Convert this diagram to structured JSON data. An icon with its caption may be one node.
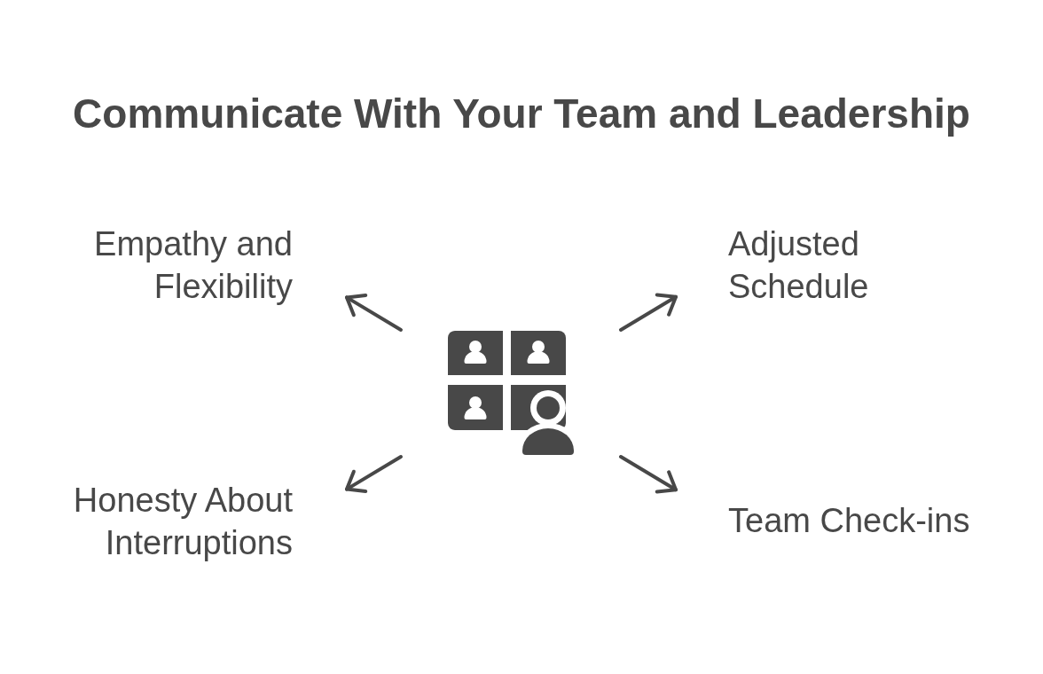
{
  "diagram": {
    "title": "Communicate With Your Team and Leadership",
    "nodes": [
      {
        "text": [],
        "shape": "picture"
      },
      {
        "text": [
          "Empathy and Flexibility"
        ]
      },
      {
        "text": [
          "Adjusted Schedule"
        ]
      },
      {
        "text": [
          "Honesty About Interruptions"
        ]
      },
      {
        "text": [
          "Team Check-ins"
        ]
      }
    ],
    "edges": [
      {
        "from": 0,
        "to": 1,
        "arrow": "to"
      },
      {
        "from": 0,
        "to": 2,
        "arrow": "to"
      },
      {
        "from": 0,
        "to": 3,
        "arrow": "to"
      },
      {
        "from": 0,
        "to": 4,
        "arrow": "to"
      }
    ]
  }
}
